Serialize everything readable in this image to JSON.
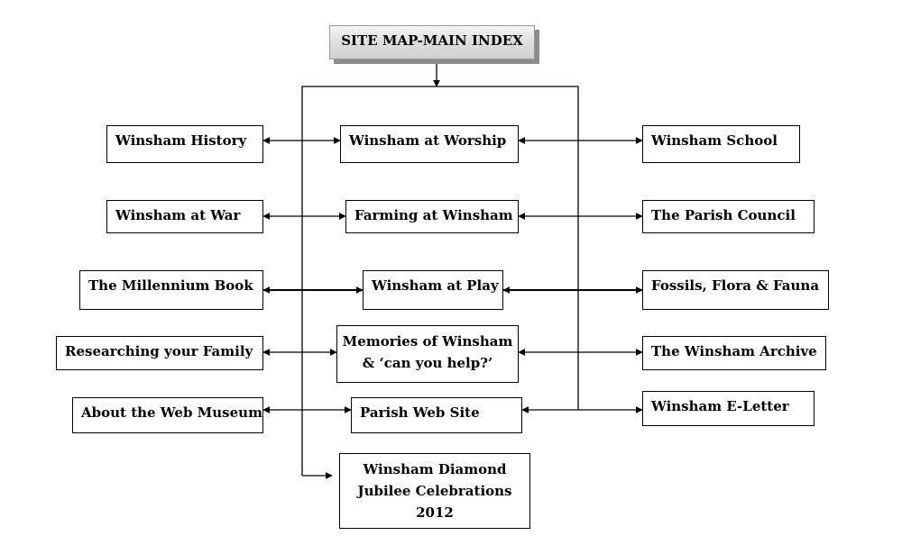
{
  "title": "SITE MAP-MAIN INDEX",
  "colors": {
    "line": "#000000",
    "box_border": "#000000",
    "title_shadow": "#8c8c8c"
  },
  "left_column": [
    {
      "id": "winsham-history",
      "label": "Winsham History"
    },
    {
      "id": "winsham-at-war",
      "label": "Winsham at War"
    },
    {
      "id": "millennium-book",
      "label": "The Millennium Book"
    },
    {
      "id": "researching-family",
      "label": "Researching your Family"
    },
    {
      "id": "about-web-museum",
      "label": "About the Web Museum"
    }
  ],
  "center_column": [
    {
      "id": "winsham-at-worship",
      "label": "Winsham at Worship"
    },
    {
      "id": "farming-at-winsham",
      "label": "Farming at Winsham"
    },
    {
      "id": "winsham-at-play",
      "label": "Winsham at Play"
    },
    {
      "id": "memories-of-winsham",
      "lines": [
        "Memories of Winsham",
        "& ‘can you help?’"
      ]
    },
    {
      "id": "parish-web-site",
      "label": "Parish Web Site"
    }
  ],
  "right_column": [
    {
      "id": "winsham-school",
      "label": "Winsham School"
    },
    {
      "id": "parish-council",
      "label": "The Parish Council"
    },
    {
      "id": "fossils-flora-fauna",
      "label": "Fossils, Flora & Fauna"
    },
    {
      "id": "winsham-archive",
      "label": "The Winsham Archive"
    },
    {
      "id": "winsham-e-letter",
      "label": "Winsham E-Letter"
    }
  ],
  "bottom_node": {
    "id": "diamond-jubilee",
    "lines": [
      "Winsham Diamond",
      "Jubilee Celebrations",
      "2012"
    ]
  }
}
